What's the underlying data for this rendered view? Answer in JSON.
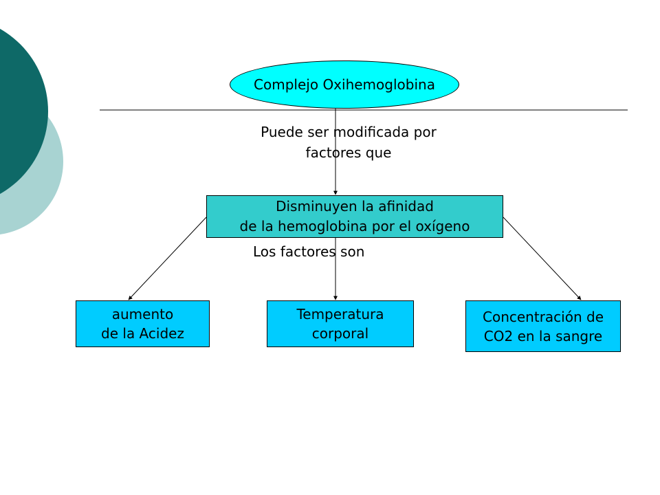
{
  "colors": {
    "background": "#ffffff",
    "circle_dark": "#0e6967",
    "circle_light": "#a8d3d2",
    "ellipse_fill": "#00ffff",
    "main_box_fill": "#33cccc",
    "factor_box_fill": "#00ccff",
    "line": "#000000"
  },
  "root": {
    "label": "Complejo Oxihemoglobina"
  },
  "connector1": {
    "lines": [
      "Puede ser modificada por",
      "factores que"
    ]
  },
  "main_box": {
    "lines": [
      "Disminuyen la afinidad",
      "de la hemoglobina por el oxígeno"
    ]
  },
  "connector2": {
    "label": "Los factores son"
  },
  "factors": [
    {
      "lines": [
        "aumento",
        "de la Acidez"
      ]
    },
    {
      "lines": [
        "Temperatura",
        "corporal"
      ]
    },
    {
      "lines": [
        "Concentración de",
        "CO2 en la sangre"
      ]
    }
  ]
}
